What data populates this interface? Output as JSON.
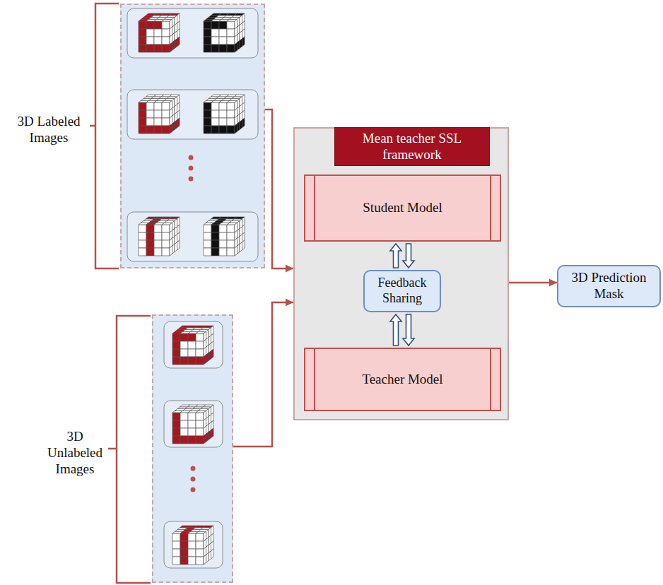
{
  "diagram": {
    "nodes": [
      {
        "text": [
          "3D Labeled Images"
        ]
      },
      {
        "text": [
          "3D Unlabeled Images"
        ]
      },
      {
        "text": [
          "Mean teacher SSL framework"
        ]
      },
      {
        "text": [
          "Student Model"
        ],
        "in": 2
      },
      {
        "text": [
          "Feedback Sharing"
        ],
        "in": 2
      },
      {
        "text": [
          "Teacher Model"
        ],
        "in": 2
      },
      {
        "text": [
          "3D Prediction Mask"
        ]
      }
    ],
    "edges": [
      {
        "from": 0,
        "to": 2,
        "arrow": "to"
      },
      {
        "from": 1,
        "to": 2,
        "arrow": "to"
      },
      {
        "from": 4,
        "to": 3,
        "arrow": "to"
      },
      {
        "from": 3,
        "to": 4,
        "arrow": "to"
      },
      {
        "from": 5,
        "to": 4,
        "arrow": "to"
      },
      {
        "from": 4,
        "to": 5,
        "arrow": "to"
      },
      {
        "from": 2,
        "to": 6,
        "arrow": "to"
      }
    ]
  }
}
